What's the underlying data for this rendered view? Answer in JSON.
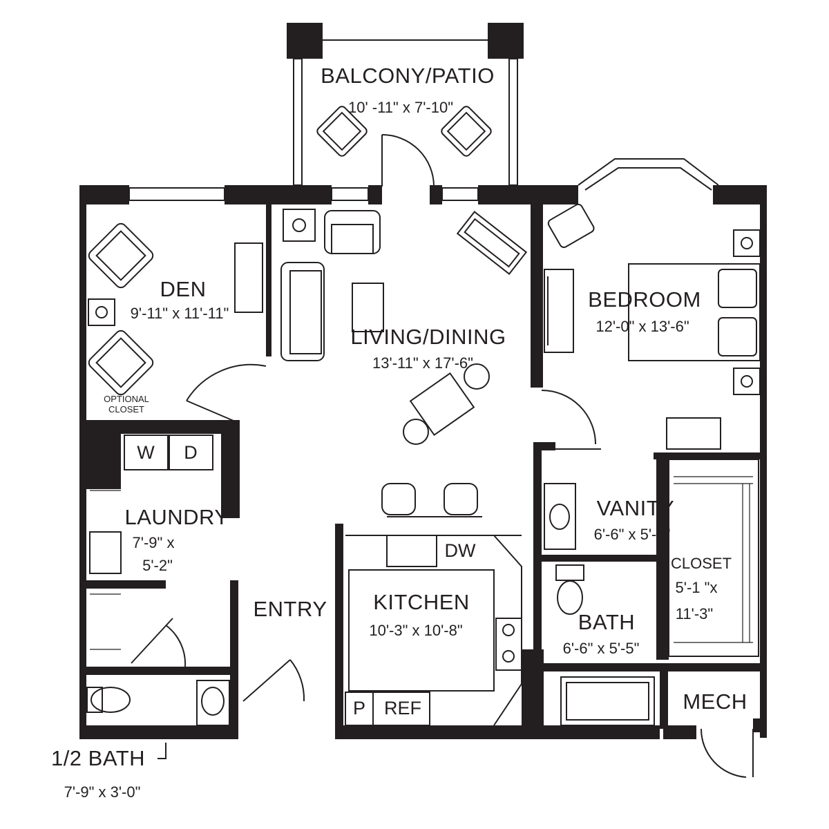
{
  "rooms": {
    "balcony": {
      "name": "BALCONY/PATIO",
      "dims": "10' -11\" x 7'-10\""
    },
    "den": {
      "name": "DEN",
      "dims": "9'-11\" x 11'-11\"",
      "closet_note_line1": "OPTIONAL",
      "closet_note_line2": "CLOSET"
    },
    "living": {
      "name": "LIVING/DINING",
      "dims": "13'-11\" x 17'-6\""
    },
    "bedroom": {
      "name": "BEDROOM",
      "dims": "12'-0\" x 13'-6\""
    },
    "laundry": {
      "name": "LAUNDRY",
      "dims_line1": "7'-9\" x",
      "dims_line2": "5'-2\""
    },
    "vanity": {
      "name": "VANITY",
      "dims": "6'-6\" x 5'-5\""
    },
    "closet": {
      "name": "CLOSET",
      "dims_line1": "5'-1 \"x",
      "dims_line2": "11'-3\""
    },
    "entry": {
      "name": "ENTRY"
    },
    "kitchen": {
      "name": "KITCHEN",
      "dims": "10'-3\" x 10'-8\""
    },
    "bath": {
      "name": "BATH",
      "dims": "6'-6\" x 5'-5\""
    },
    "mech": {
      "name": "MECH"
    },
    "half_bath": {
      "name": "1/2 BATH",
      "dims": "7'-9\" x 3'-0\""
    }
  },
  "appliances": {
    "washer": "W",
    "dryer": "D",
    "dishwasher": "DW",
    "pantry": "P",
    "refrigerator": "REF"
  }
}
